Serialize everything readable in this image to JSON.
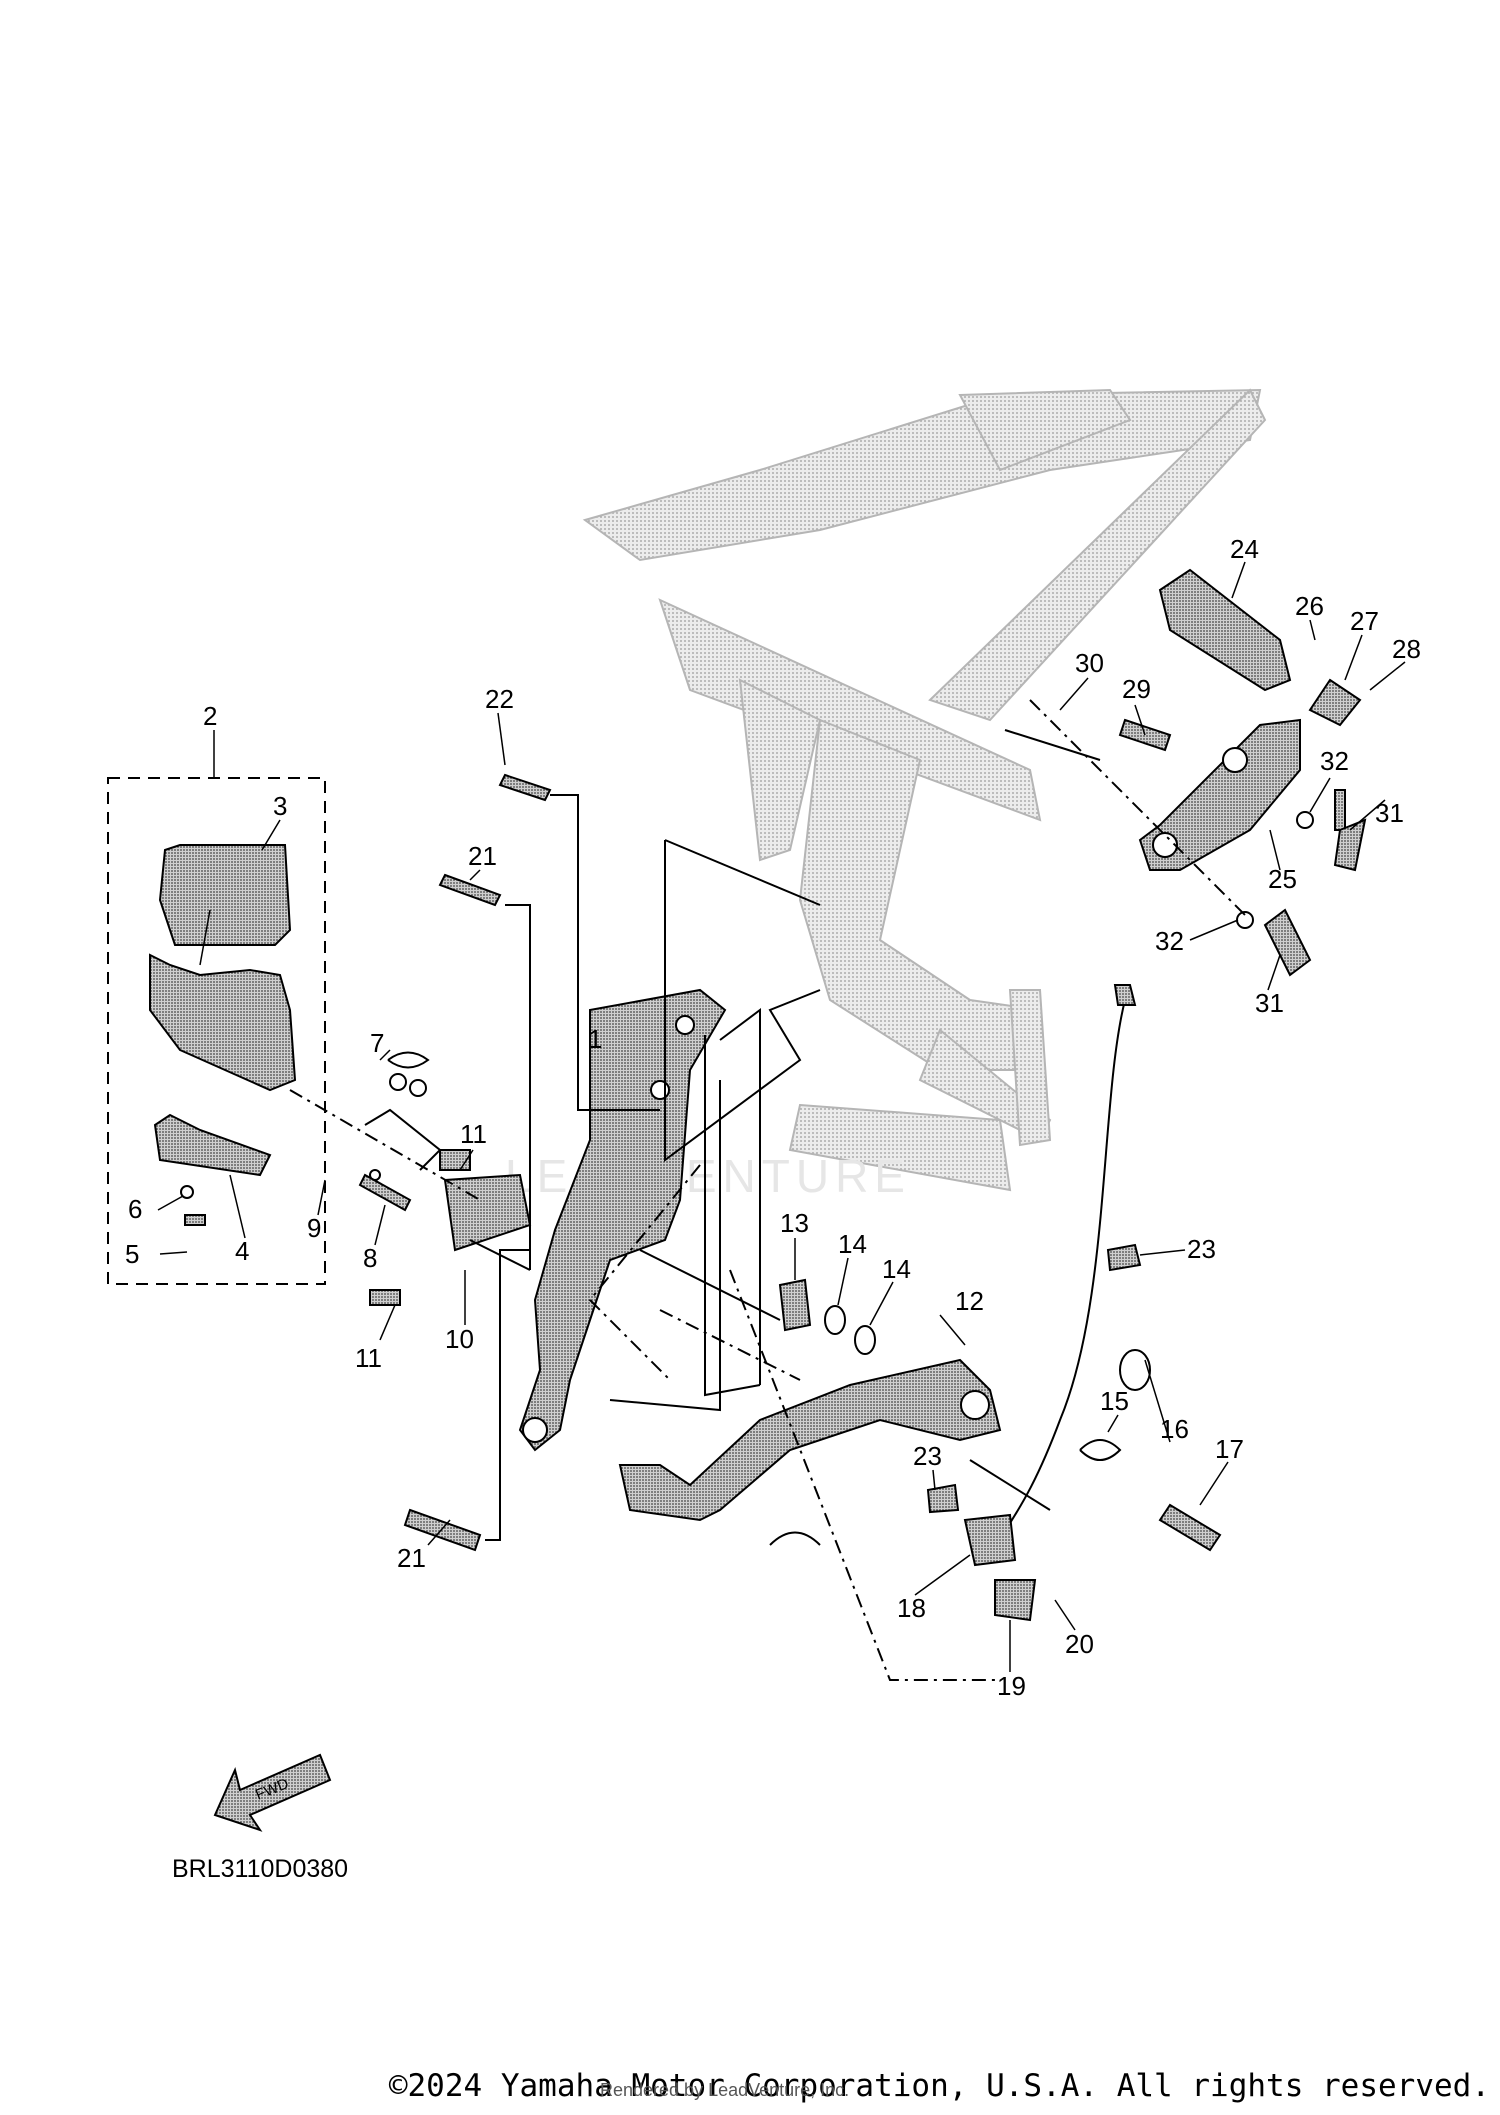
{
  "diagram": {
    "callouts": [
      "1",
      "2",
      "3",
      "4",
      "5",
      "6",
      "7",
      "8",
      "9",
      "10",
      "11",
      "11",
      "12",
      "13",
      "14",
      "14",
      "15",
      "16",
      "17",
      "18",
      "19",
      "20",
      "21",
      "21",
      "22",
      "23",
      "23",
      "24",
      "25",
      "26",
      "27",
      "28",
      "29",
      "30",
      "31",
      "31",
      "32",
      "32"
    ],
    "fwd_label": "FWD",
    "illustration_code": "BRL3110D0380",
    "copyright": "©2024 Yamaha Motor Corporation, U.S.A. All rights reserved.",
    "render_credit": "Rendered by LeadVenture, Inc.",
    "watermark_text": "LEADVENTURE"
  },
  "colors": {
    "frame_fill": "#dcdcdc",
    "line": "#000000",
    "part_fill": "#bdbdbd"
  }
}
